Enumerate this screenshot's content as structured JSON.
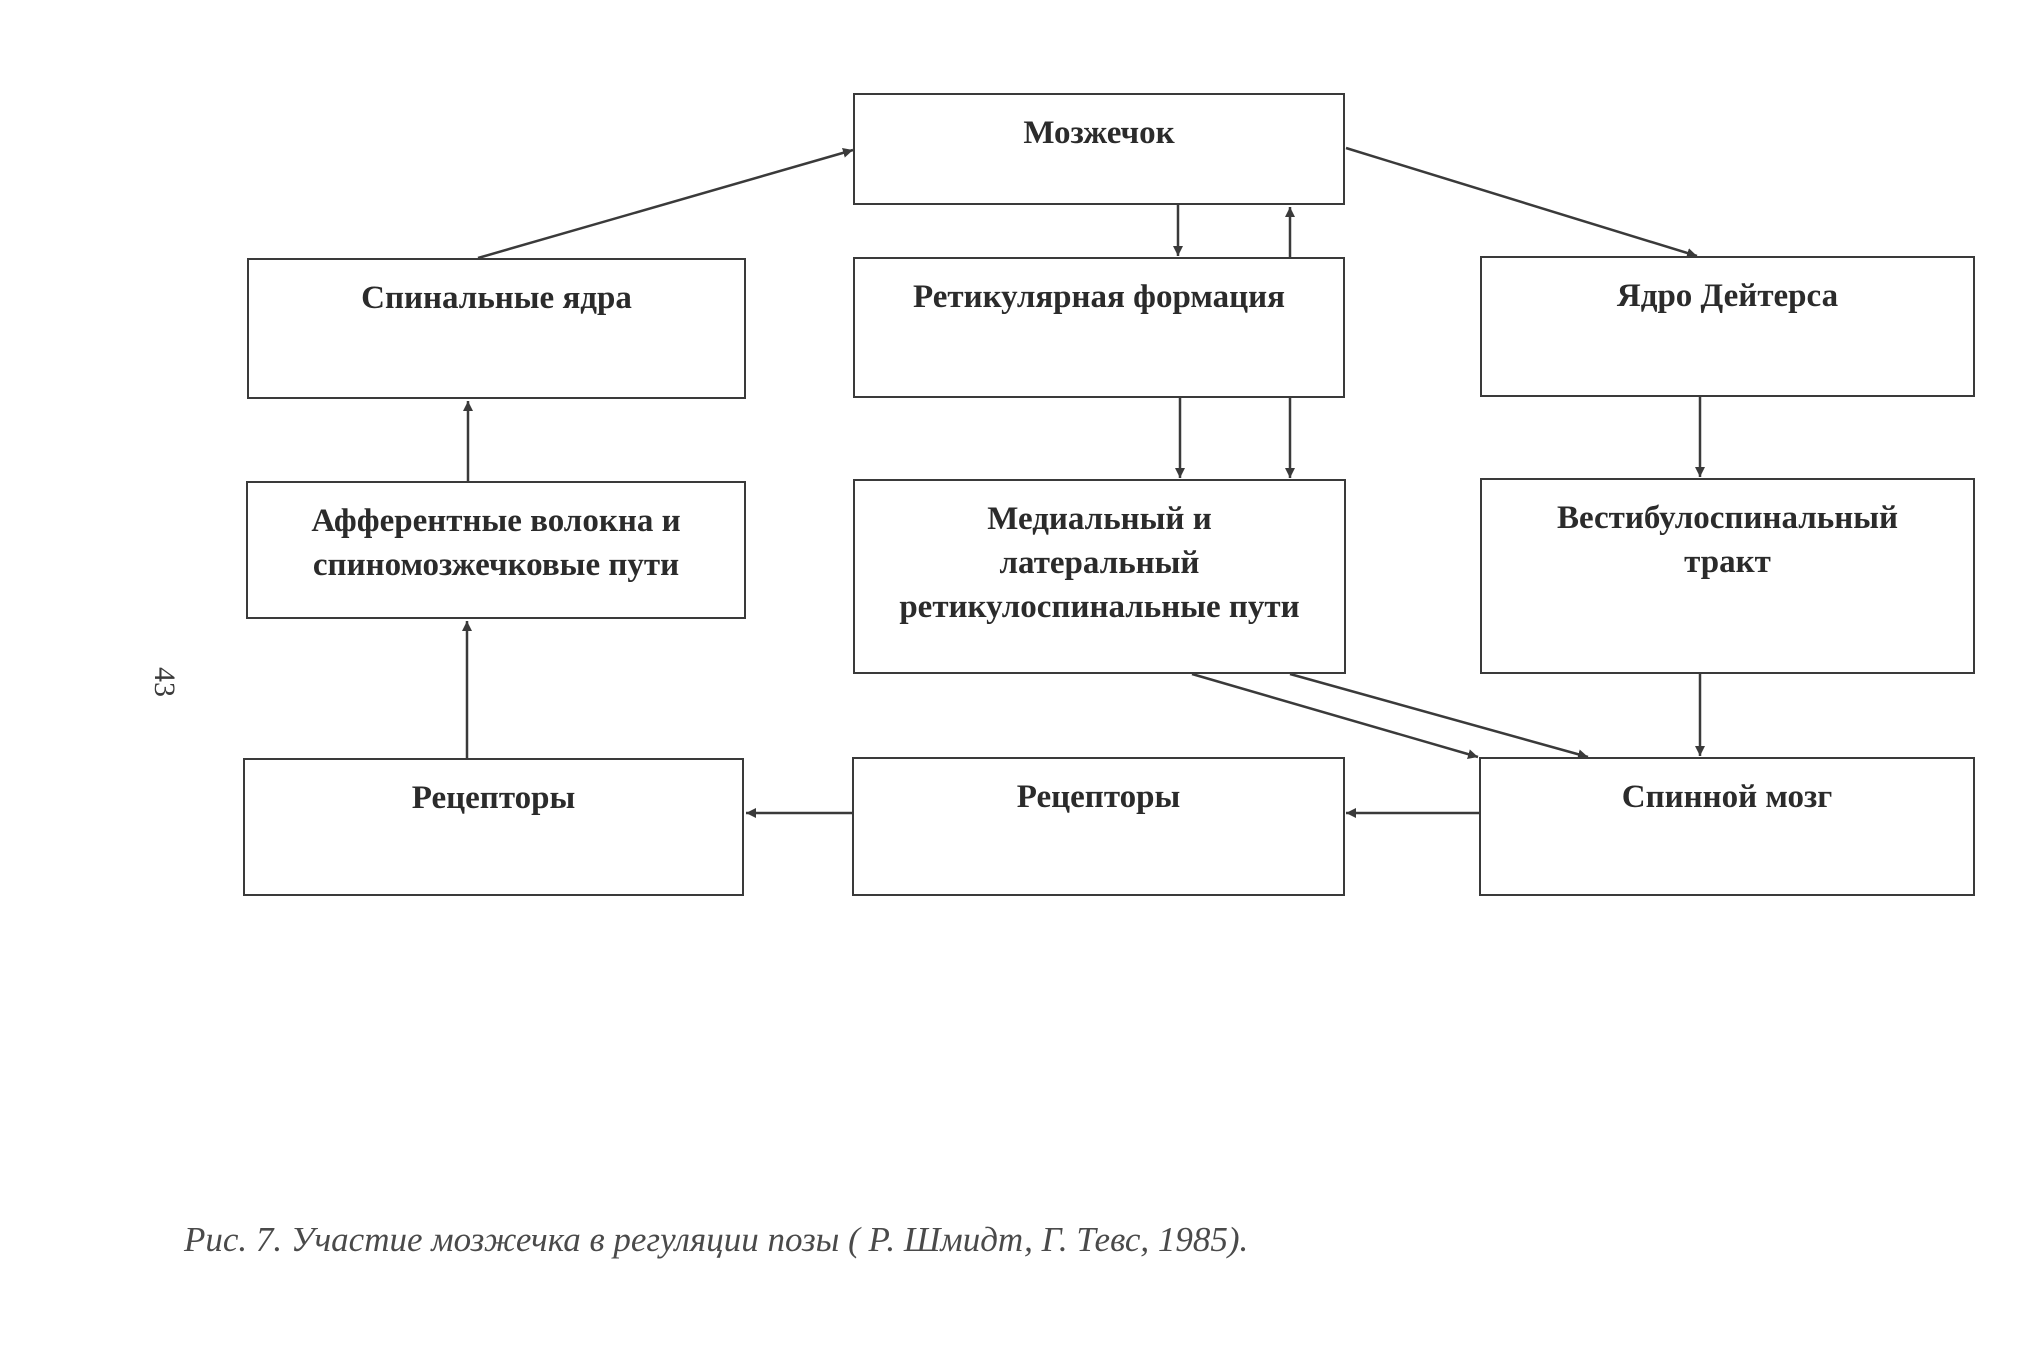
{
  "diagram": {
    "nodes": [
      {
        "id": "cerebellum",
        "lines": [
          "Мозжечок"
        ]
      },
      {
        "id": "spinal_nuclei",
        "lines": [
          "Спинальные ядра"
        ]
      },
      {
        "id": "reticular_formation",
        "lines": [
          "Ретикулярная формация"
        ]
      },
      {
        "id": "deiters_nucleus",
        "lines": [
          "Ядро Дейтерса"
        ]
      },
      {
        "id": "afferent_fibers",
        "lines": [
          "Афферентные волокна и",
          "спиномозжечковые пути"
        ]
      },
      {
        "id": "reticulospinal_paths",
        "lines": [
          "Медиальный и",
          "латеральный",
          "ретикулоспинальные пути"
        ]
      },
      {
        "id": "vestibulospinal_tract",
        "lines": [
          "Вестибулоспинальный",
          "тракт"
        ]
      },
      {
        "id": "receptors_left",
        "lines": [
          "Рецепторы"
        ]
      },
      {
        "id": "receptors_middle",
        "lines": [
          "Рецепторы"
        ]
      },
      {
        "id": "spinal_cord",
        "lines": [
          "Спинной мозг"
        ]
      }
    ],
    "edges": [
      {
        "from": "spinal_nuclei",
        "to": "cerebellum"
      },
      {
        "from": "cerebellum",
        "to": "deiters_nucleus"
      },
      {
        "from": "cerebellum",
        "to": "reticular_formation"
      },
      {
        "from": "reticular_formation",
        "to": "cerebellum"
      },
      {
        "from": "reticular_formation",
        "to": "reticulospinal_paths"
      },
      {
        "from": "reticular_formation",
        "to": "reticulospinal_paths"
      },
      {
        "from": "afferent_fibers",
        "to": "spinal_nuclei"
      },
      {
        "from": "receptors_left",
        "to": "afferent_fibers"
      },
      {
        "from": "deiters_nucleus",
        "to": "vestibulospinal_tract"
      },
      {
        "from": "vestibulospinal_tract",
        "to": "spinal_cord"
      },
      {
        "from": "reticulospinal_paths",
        "to": "spinal_cord"
      },
      {
        "from": "reticulospinal_paths",
        "to": "spinal_cord"
      },
      {
        "from": "spinal_cord",
        "to": "receptors_middle"
      },
      {
        "from": "receptors_middle",
        "to": "receptors_left"
      }
    ]
  },
  "page_number": "43",
  "caption": "Рис. 7. Участие мозжечка в регуляции позы ( Р. Шмидт, Г. Тевс, 1985).",
  "colors": {
    "line": "#3a3a3a",
    "text": "#2b2b2b"
  }
}
